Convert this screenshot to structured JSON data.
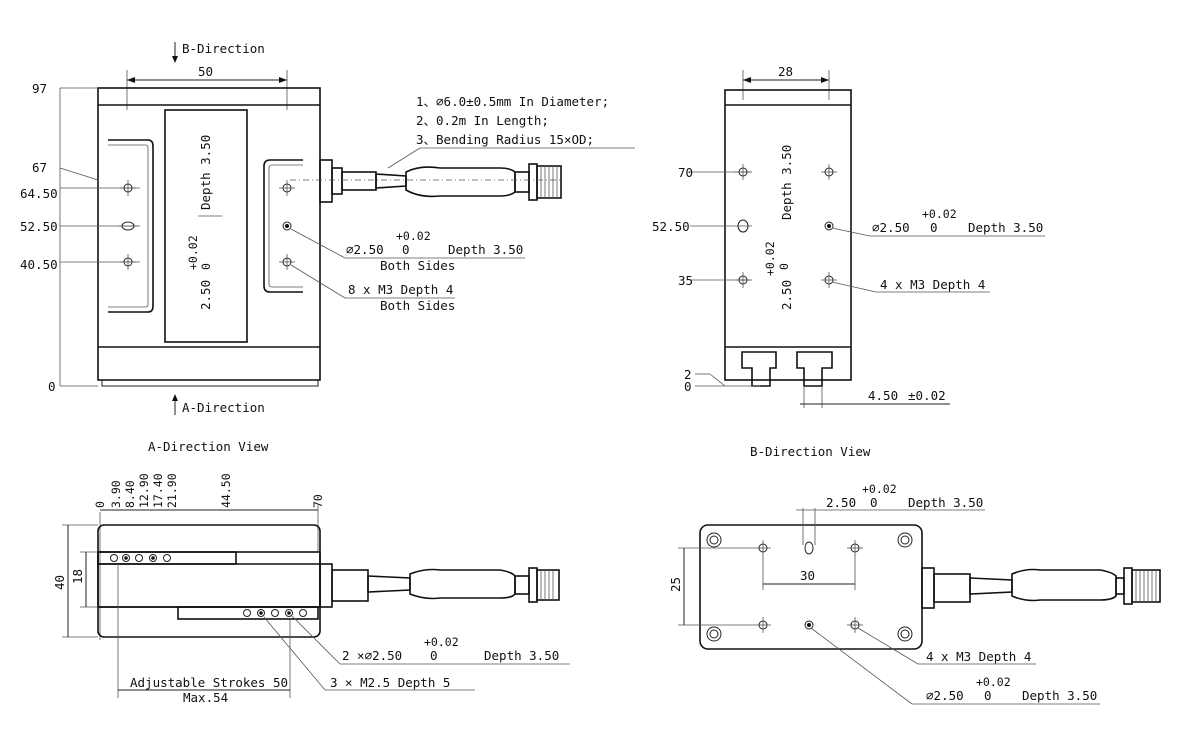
{
  "views": {
    "front": {
      "b_direction": "B-Direction",
      "a_direction": "A-Direction",
      "dim_width": "50",
      "y_97": "97",
      "y_67": "67",
      "y_64_50": "64.50",
      "y_52_50": "52.50",
      "y_40_50": "40.50",
      "y_0": "0",
      "depth_label_top": "Depth 3.50",
      "depth_label_bottom": "2.50",
      "tol_plus": "+0.02",
      "tol_zero": "0",
      "hole_spec": "∅2.50",
      "hole_depth": "Depth 3.50",
      "both_sides_1": "Both Sides",
      "m3_spec": "8 x M3 Depth 4",
      "both_sides_2": "Both Sides",
      "cable_notes": [
        "1、∅6.0±0.5mm In Diameter;",
        "2、0.2m In Length;",
        "3、Bending Radius 15×OD;"
      ]
    },
    "side": {
      "dim_width": "28",
      "y_70": "70",
      "y_52_50": "52.50",
      "y_35": "35",
      "y_2": "2",
      "y_0": "0",
      "depth_label_top": "Depth 3.50",
      "depth_label_bottom": "2.50",
      "tol_plus": "+0.02",
      "tol_zero": "0",
      "hole_spec": "∅2.50",
      "hole_depth": "Depth 3.50",
      "m3_spec": "4 x M3 Depth 4",
      "slot_dim": "4.50",
      "slot_tol": "±0.02"
    },
    "a_view": {
      "title": "A-Direction View",
      "ticks": [
        "0",
        "3.90",
        "8.40",
        "12.90",
        "17.40",
        "21.90",
        "44.50",
        "70"
      ],
      "dim_40": "40",
      "dim_18": "18",
      "pin_spec_prefix": "2 ×∅2.50",
      "pin_tol_plus": "+0.02",
      "pin_tol_zero": "0",
      "pin_depth": "Depth 3.50",
      "m25_spec": "3 × M2.5 Depth 5",
      "strokes": "Adjustable Strokes 50",
      "max": "Max.54"
    },
    "b_view": {
      "title": "B-Direction View",
      "top_tol_plus": "+0.02",
      "top_spec": "2.50",
      "top_tol_zero": "0",
      "top_depth": "Depth 3.50",
      "dim_30": "30",
      "dim_25": "25",
      "m3_spec": "4 x M3 Depth 4",
      "bottom_tol_plus": "+0.02",
      "bottom_spec": "∅2.50",
      "bottom_tol_zero": "0",
      "bottom_depth": "Depth 3.50"
    }
  }
}
